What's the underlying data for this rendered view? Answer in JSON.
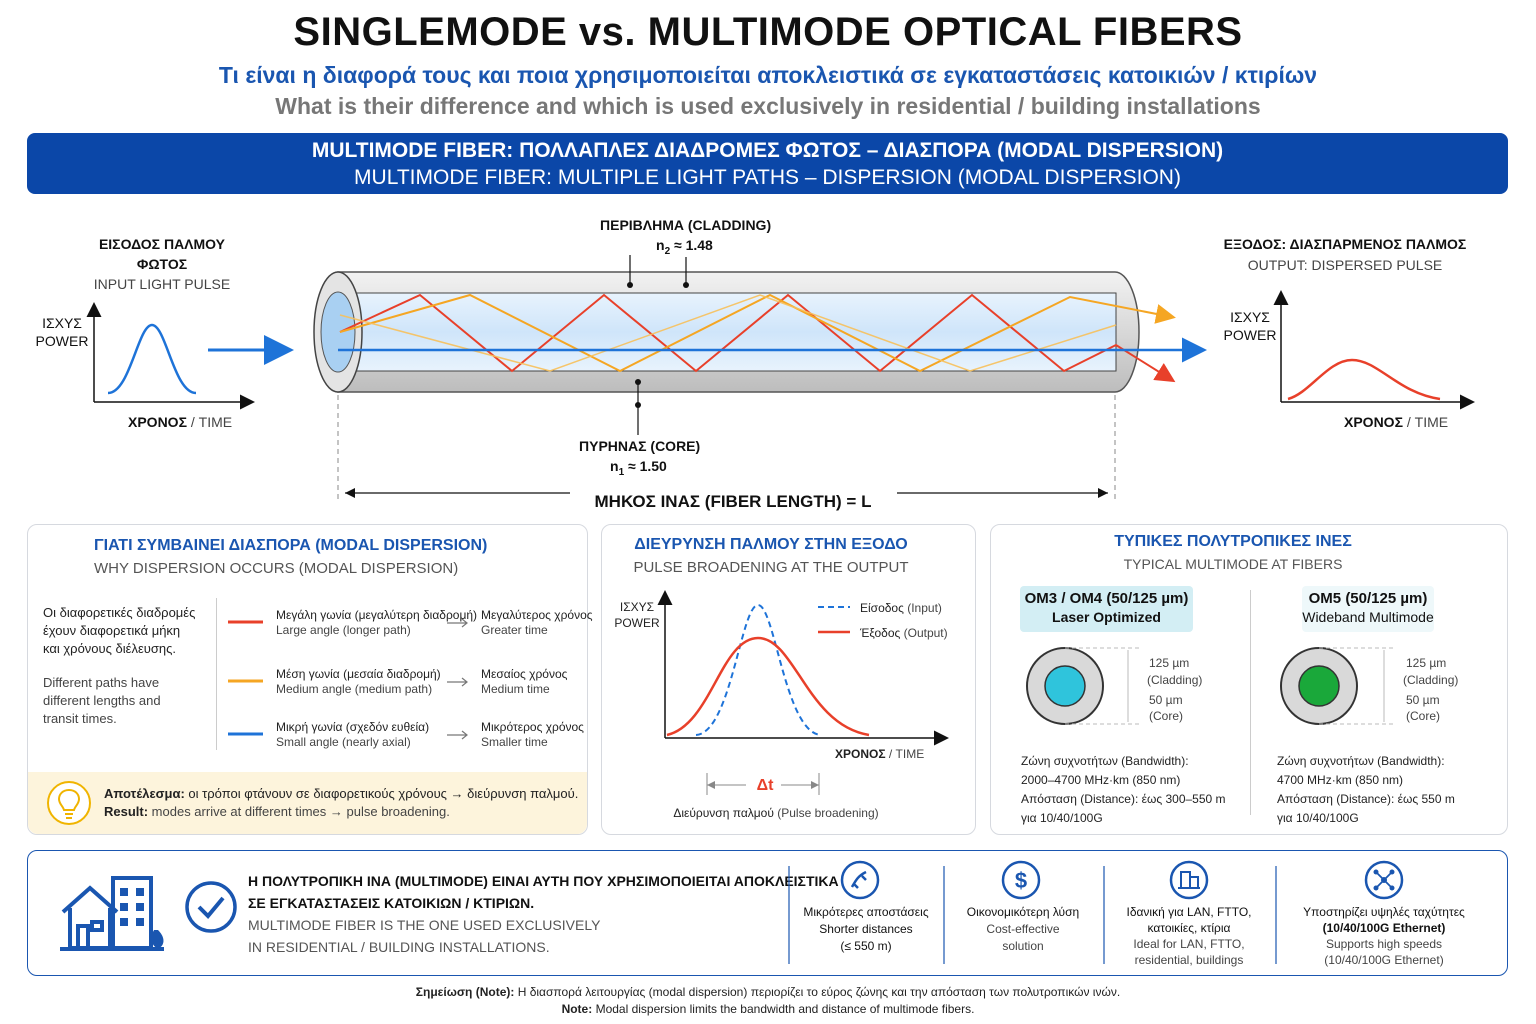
{
  "header": {
    "title": "SINGLEMODE vs. MULTIMODE OPTICAL FIBERS",
    "subtitle_gr": "Τι είναι η διαφορά τους και ποια χρησιμοποιείται αποκλειστικά σε εγκαταστάσεις κατοικιών / κτιρίων",
    "subtitle_en": "What is their difference and which is used exclusively in residential / building installations"
  },
  "banner": {
    "line_gr": "MULTIMODE FIBER: ΠΟΛΛΑΠΛΕΣ ΔΙΑΔΡΟΜΕΣ ΦΩΤΟΣ – ΔΙΑΣΠΟΡΑ (MODAL DISPERSION)",
    "line_en": "MULTIMODE FIBER: MULTIPLE LIGHT PATHS – DISPERSION (MODAL DISPERSION)"
  },
  "diagram": {
    "input_title_1": "ΕΙΣΟΔΟΣ ΠΑΛΜΟΥ",
    "input_title_2": "ΦΩΤΟΣ",
    "input_title_en": "INPUT LIGHT PULSE",
    "power_gr": "ΙΣΧΥΣ",
    "power_en": "POWER",
    "time_gr": "ΧΡΟΝΟΣ",
    "time_en": " / TIME",
    "cladding_label": "ΠΕΡΙΒΛΗΜΑ (CLADDING)",
    "cladding_n": "n",
    "cladding_sub": "2",
    "cladding_val": " ≈ 1.48",
    "core_label": "ΠΥΡΗΝΑΣ (CORE)",
    "core_n": "n",
    "core_sub": "1",
    "core_val": " ≈ 1.50",
    "length_label": "ΜΗΚΟΣ ΙΝΑΣ (FIBER LENGTH) = L",
    "output_title_gr": "ΕΞΟΔΟΣ: ΔΙΑΣΠΑΡΜΕΝΟΣ ΠΑΛΜΟΣ",
    "output_title_en": "OUTPUT: DISPERSED PULSE"
  },
  "why_panel": {
    "title_gr": "ΓΙΑΤΙ ΣΥΜΒΑΙΝΕΙ ΔΙΑΣΠΟΡΑ (MODAL DISPERSION)",
    "title_en": "WHY DISPERSION OCCURS (MODAL DISPERSION)",
    "left_gr_1": "Οι διαφορετικές διαδρομές",
    "left_gr_2": "έχουν διαφορετικά μήκη",
    "left_gr_3": "και χρόνους διέλευσης.",
    "left_en_1": "Different paths have",
    "left_en_2": "different lengths and",
    "left_en_3": "transit times.",
    "rows": [
      {
        "gr": "Μεγάλη γωνία (μεγαλύτερη διαδρομή)",
        "en": "Large angle (longer path)",
        "res_gr": "Μεγαλύτερος χρόνος",
        "res_en": "Greater time",
        "color": "#e8402a"
      },
      {
        "gr": "Μέση γωνία (μεσαία διαδρομή)",
        "en": "Medium angle (medium path)",
        "res_gr": "Μεσαίος χρόνος",
        "res_en": "Medium time",
        "color": "#f5a623"
      },
      {
        "gr": "Μικρή γωνία (σχεδόν ευθεία)",
        "en": "Small angle (nearly axial)",
        "res_gr": "Μικρότερος χρόνος",
        "res_en": "Smaller time",
        "color": "#1e73d8"
      }
    ],
    "result_gr_label": "Αποτέλεσμα:",
    "result_gr": " οι τρόποι φτάνουν σε διαφορετικούς χρόνους → διεύρυνση παλμού.",
    "result_en_label": "Result:",
    "result_en": " modes arrive at different times → pulse broadening."
  },
  "broadening_panel": {
    "title_gr": "ΔΙΕΥΡΥΝΣΗ ΠΑΛΜΟΥ ΣΤΗΝ ΕΞΟΔΟ",
    "title_en": "PULSE BROADENING AT THE OUTPUT",
    "power_gr": "ΙΣΧΥΣ",
    "power_en": "POWER",
    "legend_input_gr": "Είσοδος",
    "legend_input_en": " (Input)",
    "legend_output_gr": "Έξοδος",
    "legend_output_en": " (Output)",
    "time_gr": "ΧΡΟΝΟΣ",
    "time_en": " / TIME",
    "delta_t": "Δt",
    "caption_gr": "Διεύρυνση παλμού",
    "caption_en": " (Pulse broadening)"
  },
  "typical_panel": {
    "title_gr": "ΤΥΠΙΚΕΣ ΠΟΛΥΤΡΟΠΙΚΕΣ ΙΝΕΣ",
    "title_en": "TYPICAL MULTIMODE AT FIBERS",
    "fibers": [
      {
        "name": "OM3 / OM4 (50/125 µm)",
        "sub": "Laser Optimized",
        "cladding": "125 µm",
        "cladding_lbl": "(Cladding)",
        "core": "50 µm",
        "core_lbl": "(Core)",
        "bw_label": "Ζώνη συχνοτήτων (Bandwidth):",
        "bw": "2000–4700 MHz·km (850 nm)",
        "dist": "Απόσταση (Distance): έως 300–550 m",
        "speed": "για 10/40/100G",
        "core_color": "#2fc4dc"
      },
      {
        "name": "OM5 (50/125 µm)",
        "sub": "Wideband Multimode",
        "cladding": "125 µm",
        "cladding_lbl": "(Cladding)",
        "core": "50 µm",
        "core_lbl": "(Core)",
        "bw_label": "Ζώνη συχνοτήτων (Bandwidth):",
        "bw": "4700 MHz·km (850 nm)",
        "dist": "Απόσταση (Distance): έως 550 m",
        "speed": "για 10/40/100G",
        "core_color": "#1aa83a"
      }
    ]
  },
  "bottom": {
    "headline_gr_1": "Η ΠΟΛΥΤΡΟΠΙΚΗ ΙΝΑ (MULTIMODE) ΕΙΝΑΙ ΑΥΤΗ ΠΟΥ ΧΡΗΣΙΜΟΠΟΙΕΙΤΑΙ ΑΠΟΚΛΕΙΣΤΙΚΑ",
    "headline_gr_2": "ΣΕ ΕΓΚΑΤΑΣΤΑΣΕΙΣ ΚΑΤΟΙΚΙΩΝ / ΚΤΙΡΙΩΝ.",
    "headline_en_1": "MULTIMODE FIBER IS THE ONE USED EXCLUSIVELY",
    "headline_en_2": "IN RESIDENTIAL / BUILDING INSTALLATIONS.",
    "features": [
      {
        "icon": "fiber-link-icon",
        "gr": "Μικρότερες αποστάσεις",
        "en_1": "Shorter distances",
        "en_2": "(≤ 550 m)",
        "en_3": ""
      },
      {
        "icon": "dollar-icon",
        "gr": "Οικονομικότερη λύση",
        "en_1": "Cost-effective",
        "en_2": "solution",
        "en_3": ""
      },
      {
        "icon": "buildings-icon",
        "gr": "Ιδανική για LAN, FTTO,",
        "en_1": "κατοικίες, κτίρια",
        "en_2": "Ideal for LAN, FTTO,",
        "en_3": "residential, buildings"
      },
      {
        "icon": "network-icon",
        "gr": "Υποστηρίζει υψηλές ταχύτητες",
        "en_1": "(10/40/100G Ethernet)",
        "en_2": "Supports high speeds",
        "en_3": "(10/40/100G Ethernet)"
      }
    ]
  },
  "notes": {
    "note_gr_label": "Σημείωση (Note):",
    "note_gr": " Η διασπορά λειτουργίας (modal dispersion) περιορίζει το εύρος ζώνης και την απόσταση των πολυτροπικών ινών.",
    "note_en_label": "Note:",
    "note_en": " Modal dispersion limits the bandwidth and distance of multimode fibers."
  },
  "colors": {
    "accent_blue": "#1a56b0",
    "banner_blue": "#0b47a8",
    "ray_red": "#e8402a",
    "ray_orange": "#f5a623",
    "ray_blue": "#1e73d8",
    "result_bg": "#fdf4dc"
  }
}
